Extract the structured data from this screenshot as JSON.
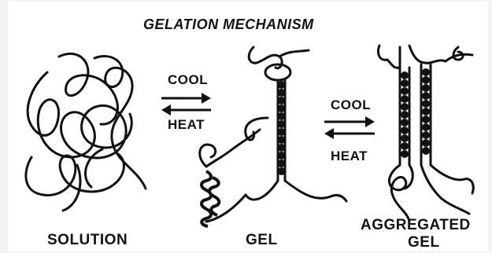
{
  "title": "GELATION MECHANISM",
  "stages": {
    "solution": "SOLUTION",
    "gel": "GEL",
    "aggregated_line1": "AGGREGATED",
    "aggregated_line2": "GEL"
  },
  "transitions": [
    {
      "forward": "COOL",
      "reverse": "HEAT"
    },
    {
      "forward": "COOL",
      "reverse": "HEAT"
    }
  ],
  "colors": {
    "ink": "#111111",
    "background": "#ffffff",
    "frame": "#f3f3f3"
  }
}
